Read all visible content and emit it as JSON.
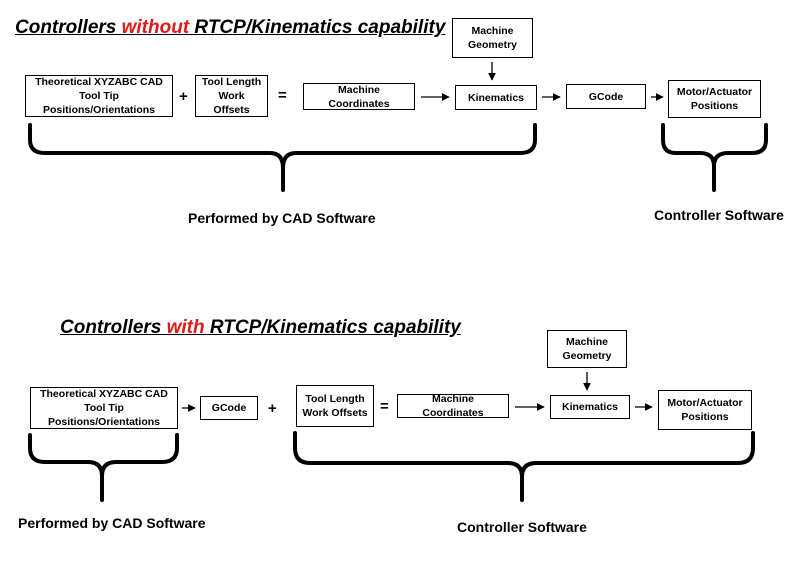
{
  "sections": [
    {
      "title": {
        "pre": "Controllers ",
        "highlight": "without",
        "post": " RTCP/Kinematics capability"
      },
      "boxes": {
        "tool_tip": "Theoretical XYZABC CAD Tool Tip Positions/Orientations",
        "tool_length": "Tool Length Work Offsets",
        "machine_coordinates": "Machine Coordinates",
        "machine_geometry": "Machine Geometry",
        "kinematics": "Kinematics",
        "gcode": "GCode",
        "motor": "Motor/Actuator Positions"
      },
      "operators": {
        "plus": "+",
        "equals": "="
      },
      "captions": {
        "left": "Performed by CAD Software",
        "right": "Controller Software"
      }
    },
    {
      "title": {
        "pre": "Controllers ",
        "highlight": "with",
        "post": " RTCP/Kinematics capability"
      },
      "boxes": {
        "tool_tip": "Theoretical XYZABC CAD Tool Tip Positions/Orientations",
        "gcode": "GCode",
        "tool_length": "Tool Length Work Offsets",
        "machine_coordinates": "Machine Coordinates",
        "machine_geometry": "Machine Geometry",
        "kinematics": "Kinematics",
        "motor": "Motor/Actuator Positions"
      },
      "operators": {
        "plus": "+",
        "equals": "="
      },
      "captions": {
        "left": "Performed by CAD Software",
        "right": "Controller Software"
      }
    }
  ],
  "colors": {
    "highlight": "#e0191b",
    "ink": "#000000"
  }
}
